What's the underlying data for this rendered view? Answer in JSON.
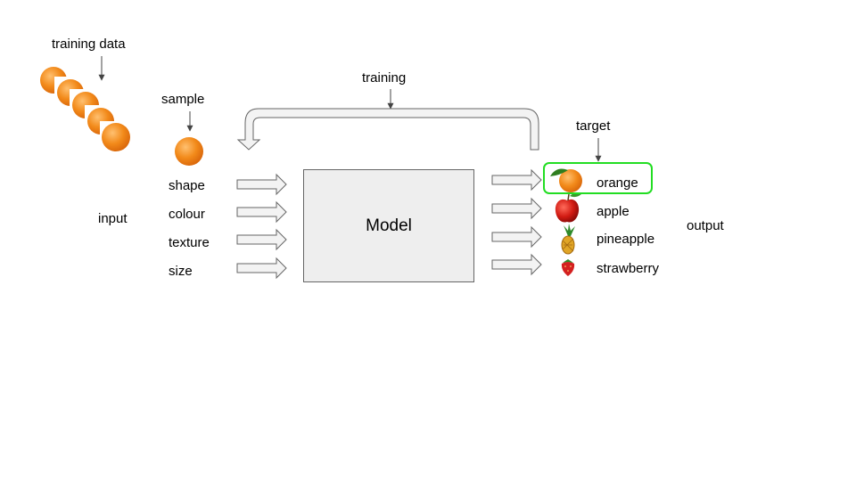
{
  "labels": {
    "training_data": "training data",
    "sample": "sample",
    "training": "training",
    "target": "target",
    "input": "input",
    "output": "output",
    "model": "Model"
  },
  "features": [
    "shape",
    "colour",
    "texture",
    "size"
  ],
  "outputs": [
    {
      "label": "orange",
      "icon": "orange-icon"
    },
    {
      "label": "apple",
      "icon": "apple-icon"
    },
    {
      "label": "pineapple",
      "icon": "pineapple-icon"
    },
    {
      "label": "strawberry",
      "icon": "strawberry-icon"
    }
  ],
  "highlight": {
    "output": "orange",
    "color": "#22dd22"
  },
  "colors": {
    "orange": "#f28a1a",
    "arrow_fill": "#f3f3f3",
    "arrow_stroke": "#666666",
    "model_fill": "#eeeeee"
  }
}
